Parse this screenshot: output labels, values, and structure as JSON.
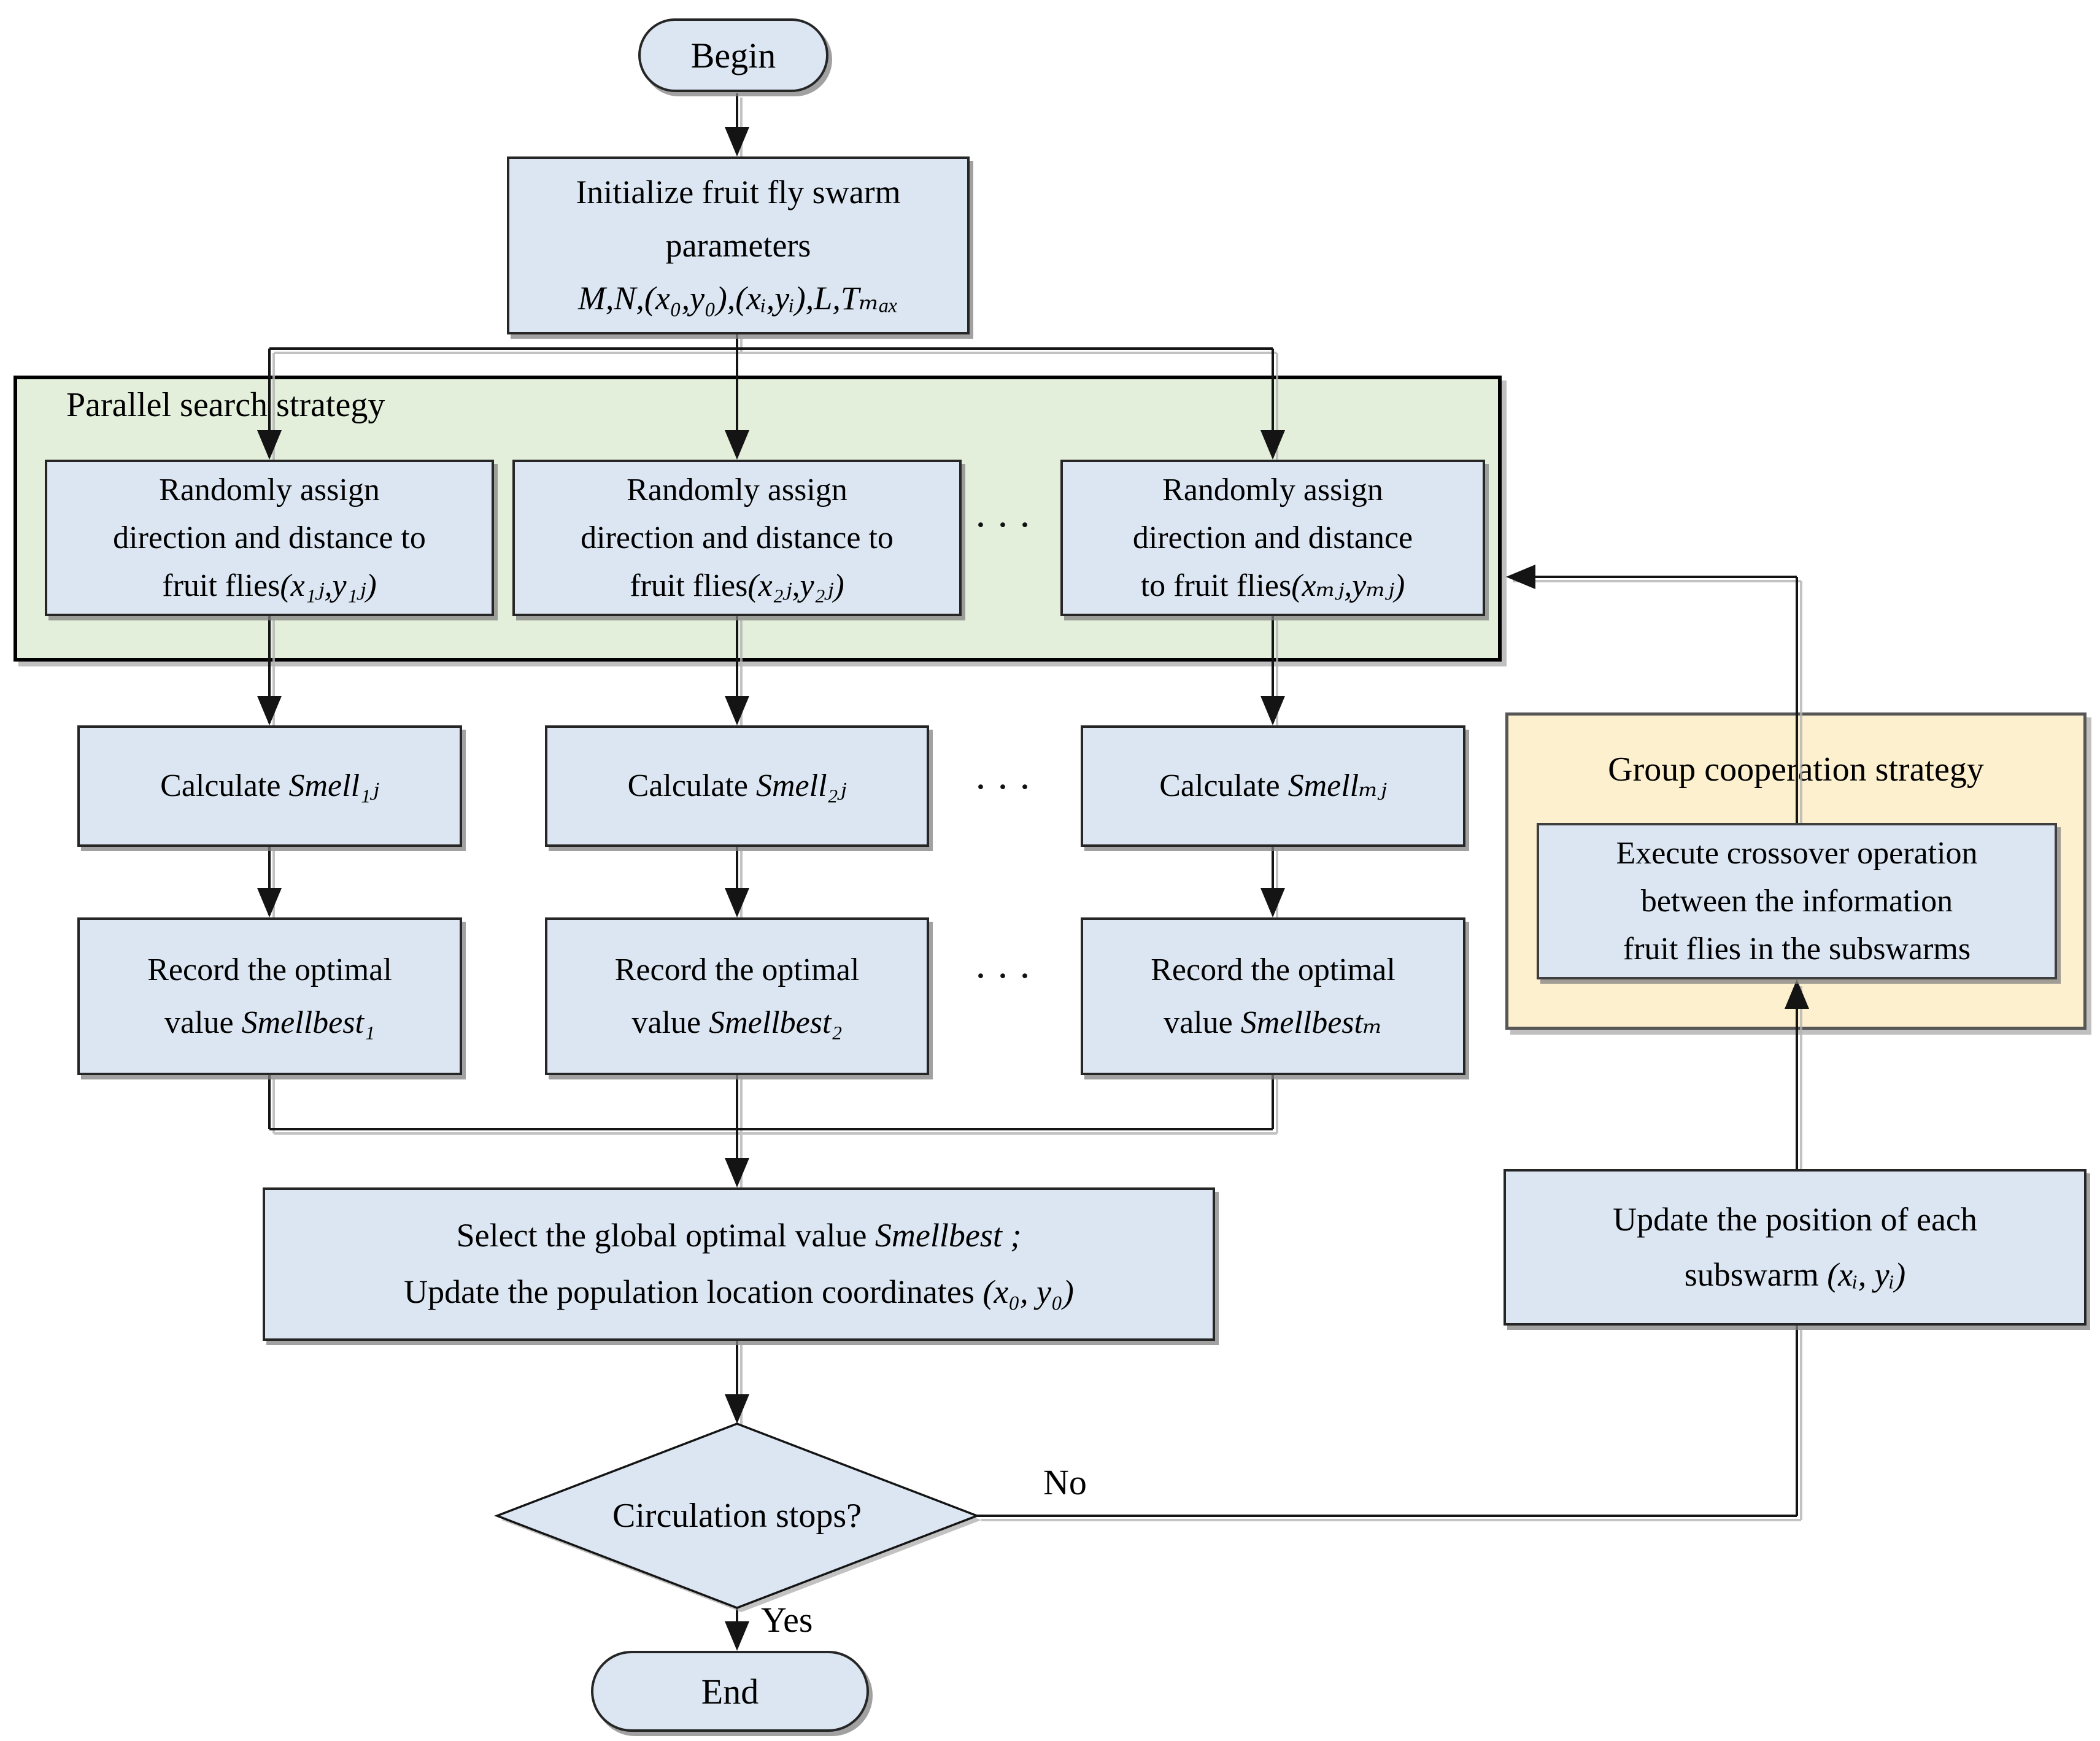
{
  "title": "Parallel fruit fly optimization algorithm flowchart",
  "colors": {
    "node_fill": "#dbe6f2",
    "green_fill": "#e3eedb",
    "yellow_fill": "#fdf0cf",
    "border": "#262626",
    "line": "#141414",
    "shadow": "#8c8c8c"
  },
  "nodes": {
    "begin": {
      "label": "Begin"
    },
    "init": {
      "line1": "Initialize fruit fly swarm",
      "line2": "parameters",
      "math": "M,N,(x₀,y₀),(xᵢ,yᵢ),L,Tₘₐₓ"
    },
    "parallel": {
      "label": "Parallel search strategy"
    },
    "random1": {
      "line1": "Randomly assign",
      "line2": "direction and distance to",
      "line3_text": "fruit flies",
      "line3_math": "(x₁ⱼ,y₁ⱼ)"
    },
    "random2": {
      "line1": "Randomly assign",
      "line2": "direction and distance to",
      "line3_text": "fruit flies",
      "line3_math": "(x₂ⱼ,y₂ⱼ)"
    },
    "random3": {
      "line1": "Randomly assign",
      "line2": "direction and distance",
      "line3_text": "to fruit flies",
      "line3_math": "(xₘⱼ,yₘⱼ)"
    },
    "calc1": {
      "text": "Calculate ",
      "math": "Smell₁ⱼ"
    },
    "calc2": {
      "text": "Calculate ",
      "math": "Smell₂ⱼ"
    },
    "calc3": {
      "text": "Calculate ",
      "math": "Smellₘⱼ"
    },
    "record1": {
      "line1": "Record the optimal",
      "line2_text": "value ",
      "line2_math": "Smellbest₁"
    },
    "record2": {
      "line1": "Record the optimal",
      "line2_text": "value ",
      "line2_math": "Smellbest₂"
    },
    "record3": {
      "line1": "Record the optimal",
      "line2_text": "value ",
      "line2_math": "Smellbestₘ"
    },
    "select": {
      "line1_text": "Select the global optimal value ",
      "line1_math": "Smellbest ;",
      "line2_text": "Update the population location coordinates ",
      "line2_math": "(x₀, y₀)"
    },
    "decision": {
      "label": "Circulation stops?"
    },
    "end": {
      "label": "End"
    },
    "group": {
      "label": "Group cooperation strategy"
    },
    "crossover": {
      "line1": "Execute crossover operation",
      "line2": "between the information",
      "line3": "fruit flies in the subswarms"
    },
    "update": {
      "line1": "Update the position of each",
      "line2_text": "subswarm ",
      "line2_math": "(xᵢ, yᵢ)"
    }
  },
  "edges": {
    "yes": "Yes",
    "no": "No"
  },
  "dots": "···"
}
